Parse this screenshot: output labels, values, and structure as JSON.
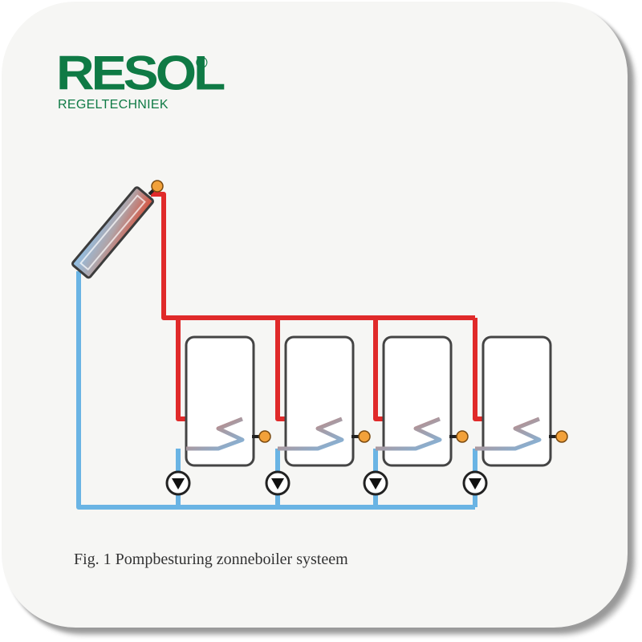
{
  "logo": {
    "brand": "RESOL",
    "registered": "®",
    "subtitle": "REGELTECHNIEK"
  },
  "caption": "Fig. 1 Pompbesturing zonneboiler systeem",
  "colors": {
    "brand_green": "#0f7a45",
    "flow_red": "#e02a2a",
    "return_blue": "#6ab4e4",
    "sensor_orange": "#f2a13a",
    "card_background": "#f6f6f4"
  },
  "diagram": {
    "collector_count": 1,
    "storage_tank_count": 4,
    "pump_count": 4,
    "sensor_count": 5
  }
}
